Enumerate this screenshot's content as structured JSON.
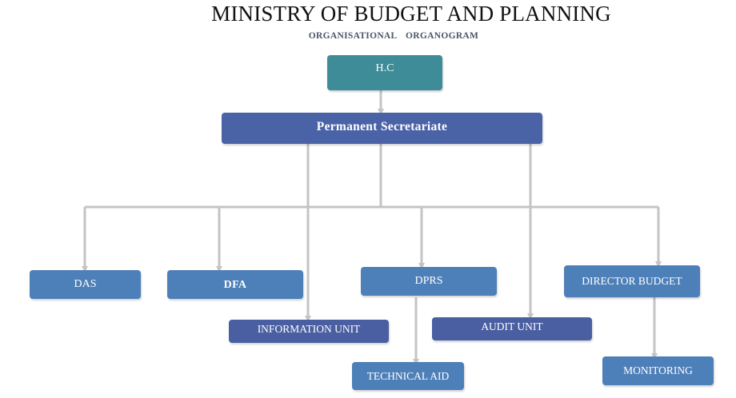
{
  "title": "MINISTRY OF BUDGET AND PLANNING",
  "subtitle": "ORGANISATIONAL ORGANOGRAM",
  "colors": {
    "root": "#3e8c97",
    "secretariat": "#4a62a6",
    "department": "#4d7fb8",
    "unit": "#4a5ea2",
    "connector": "#c4c4c4"
  },
  "nodes": {
    "hc": "H.C",
    "permanent_secretariate": "Permanent Secretariate",
    "das": "DAS",
    "dfa": "DFA",
    "dprs": "DPRS",
    "director_budget": "DIRECTOR BUDGET",
    "information_unit": "INFORMATION UNIT",
    "audit_unit": "AUDIT UNIT",
    "technical_aid": "TECHNICAL AID",
    "monitoring": "MONITORING"
  }
}
